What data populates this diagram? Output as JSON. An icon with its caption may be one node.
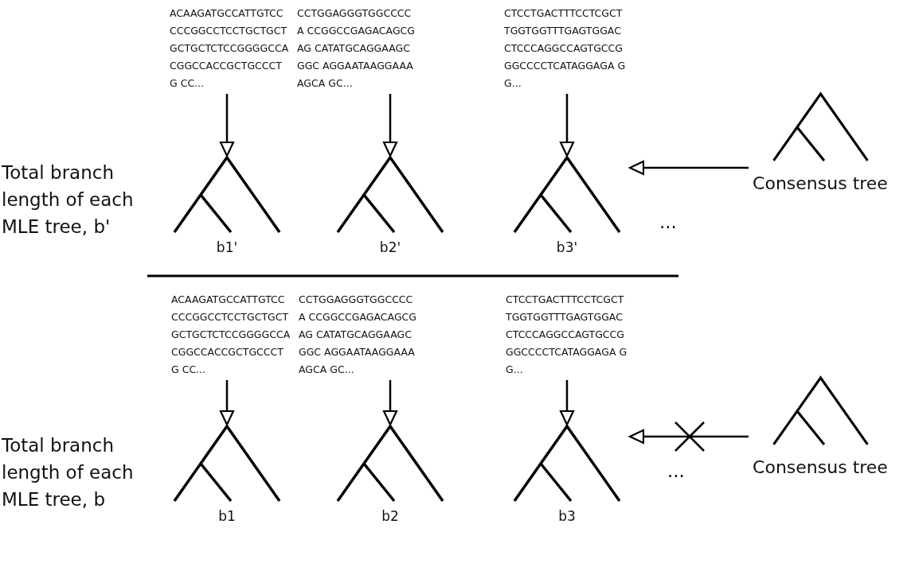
{
  "diagram": {
    "nodes": [
      {
        "text": [
          "ACAAGATGCCATTGTCC CCCGGCCTCCTGCTGCT GCTGCTCTCCGGGGCCA CGGCCACCGCTGCCCTG CC..."
        ]
      },
      {
        "text": [
          "CCTGGAGGGTGGCCCCA CCGGCCGAGACAGCGAG CATATGCAGGAAGCGGC AGGAATAAGGAAAAGCA GC..."
        ]
      },
      {
        "text": [
          "CTCCTGACTTTCCTCGCT TGGTGGTTTGAGTGGAC CTCCCAGGCCAGTGCCG GGCCCCTCATAGGAGA GG..."
        ]
      },
      {
        "text": [
          "b1'"
        ]
      },
      {
        "text": [
          "b2'"
        ]
      },
      {
        "text": [
          "b3'"
        ]
      },
      {
        "text": [
          "Consensus tree"
        ]
      },
      {
        "text": [
          "ACAAGATGCCATTGTCC CCCGGCCTCCTGCTGCT GCTGCTCTCCGGGGCCA CGGCCACCGCTGCCCTG CC..."
        ]
      },
      {
        "text": [
          "CCTGGAGGGTGGCCCCA CCGGCCGAGACAGCGAG CATATGCAGGAAGCGGC AGGAATAAGGAAAAGCA GC..."
        ]
      },
      {
        "text": [
          "CTCCTGACTTTCCTCGCT TGGTGGTTTGAGTGGAC CTCCCAGGCCAGTGCCG GGCCCCTCATAGGAGA GG..."
        ]
      },
      {
        "text": [
          "b1"
        ]
      },
      {
        "text": [
          "b2"
        ]
      },
      {
        "text": [
          "b3"
        ]
      },
      {
        "text": [
          "Consensus tree"
        ]
      }
    ],
    "edges": [
      {
        "from": 0,
        "to": 3,
        "arrow": "to"
      },
      {
        "from": 1,
        "to": 4,
        "arrow": "to"
      },
      {
        "from": 2,
        "to": 5,
        "arrow": "to"
      },
      {
        "from": 6,
        "to": 5,
        "arrow": "to"
      },
      {
        "from": 7,
        "to": 10,
        "arrow": "to"
      },
      {
        "from": 8,
        "to": 11,
        "arrow": "to"
      },
      {
        "from": 9,
        "to": 12,
        "arrow": "to"
      },
      {
        "from": 13,
        "to": 12,
        "arrow": "to"
      }
    ],
    "labels": [
      "Total branch length of each MLE tree, b'",
      "...",
      "Total branch length of each MLE tree, b",
      "..."
    ]
  }
}
